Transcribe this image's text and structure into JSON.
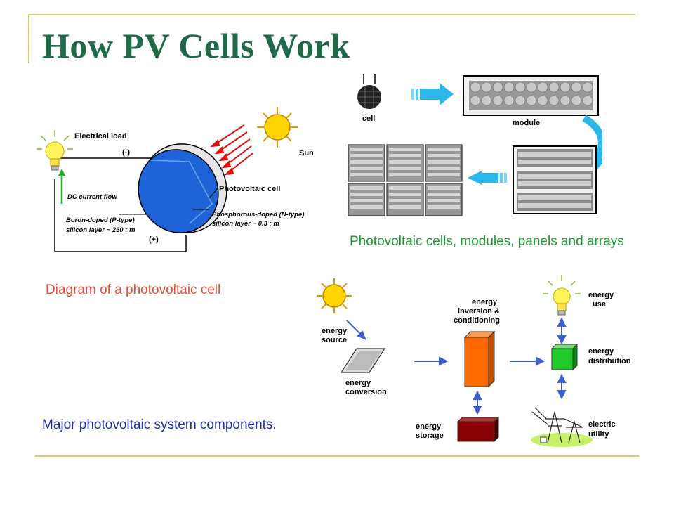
{
  "slide": {
    "title": "How PV Cells Work"
  },
  "pv_cell_diagram": {
    "electrical_load": "Electrical load",
    "negative_terminal": "(-)",
    "positive_terminal": "(+)",
    "sun": "Sun",
    "photovoltaic_cell": "Photovoltaic cell",
    "dc_current_flow": "DC current flow",
    "n_type_line1": "Phosphorous-doped (N-type)",
    "n_type_line2": "silicon layer ~ 0.3 : m",
    "p_type_line1": "Boron-doped (P-type)",
    "p_type_line2": "silicon layer ~ 250 : m",
    "caption": "Diagram of a photovoltaic cell"
  },
  "modules_diagram": {
    "cell": "cell",
    "module": "module",
    "caption": "Photovoltaic cells, modules, panels and arrays"
  },
  "system_diagram": {
    "energy_source_line1": "energy",
    "energy_source_line2": "source",
    "energy_conversion_line1": "energy",
    "energy_conversion_line2": "conversion",
    "energy_inversion_line1": "energy",
    "energy_inversion_line2": "inversion &",
    "energy_inversion_line3": "conditioning",
    "energy_use_line1": "energy",
    "energy_use_line2": "use",
    "energy_distribution_line1": "energy",
    "energy_distribution_line2": "distribution",
    "energy_storage_line1": "energy",
    "energy_storage_line2": "storage",
    "electric_utility_line1": "electric",
    "electric_utility_line2": "utility",
    "caption": "Major photovoltaic system components."
  },
  "colors": {
    "title": "#1f6b47",
    "caption_diagram": "#e0503a",
    "caption_modules": "#1a9a2c",
    "caption_major": "#1c2fa8",
    "rule": "#d7c87a",
    "cell_blue": "#1e64d8",
    "arrow_cyan": "#2bb8e8",
    "arrow_blue": "#3c5fd0",
    "inverter_orange": "#ff6a00",
    "distribution_green": "#1fcc2a",
    "storage_red": "#8b0000"
  }
}
